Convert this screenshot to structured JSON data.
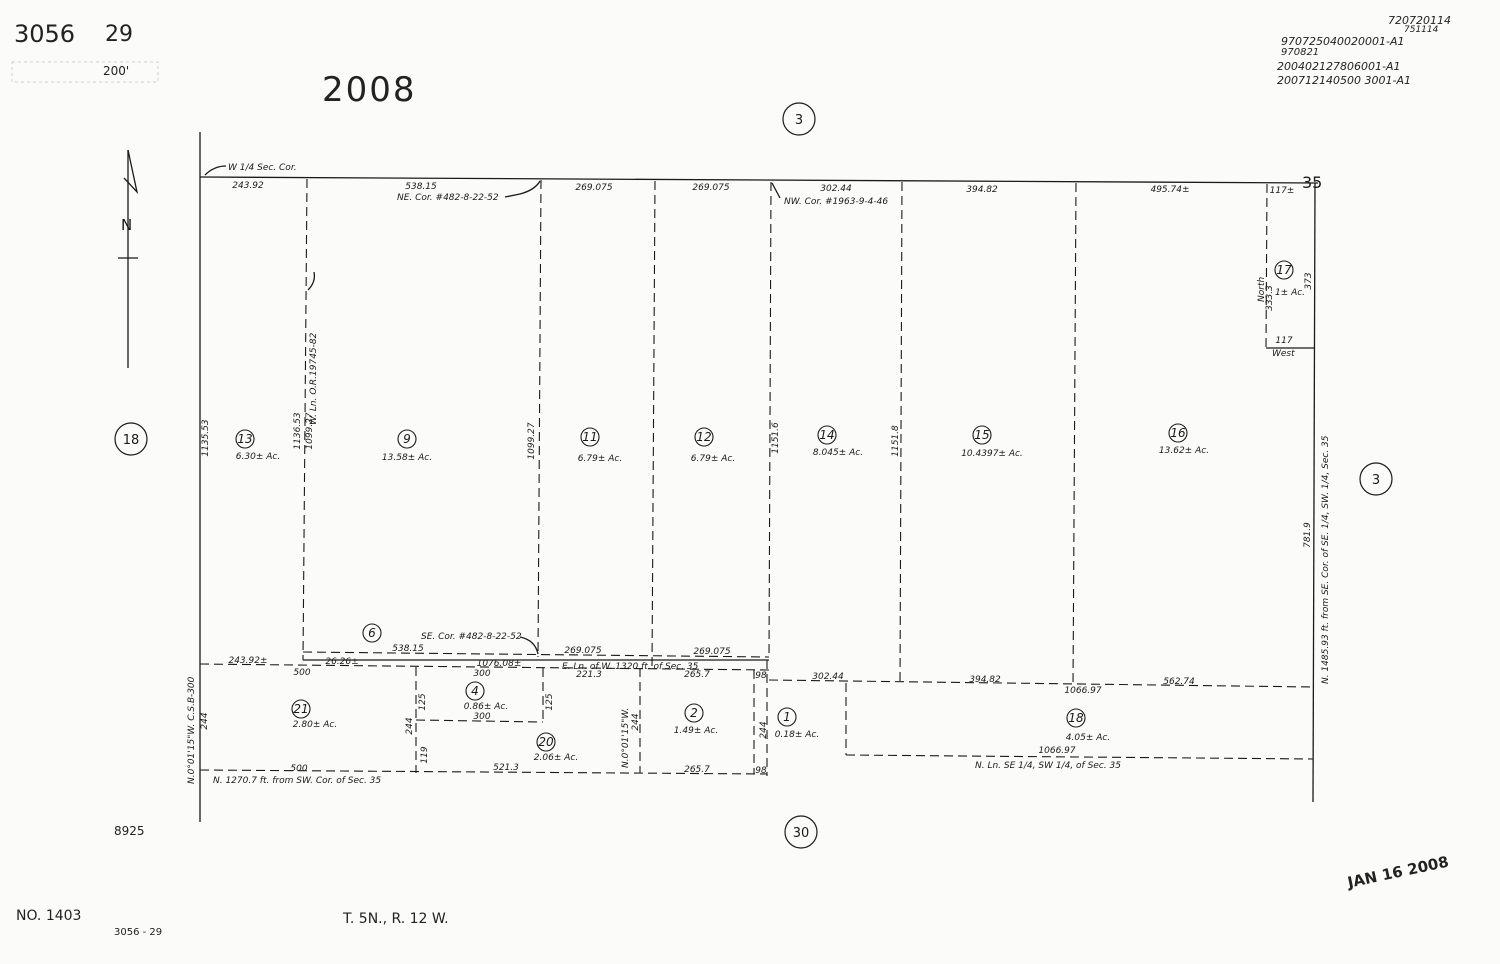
{
  "header": {
    "book": "3056",
    "page": "29",
    "scale": "200'",
    "year": "2008",
    "ref_top": "720720114",
    "ref_top2": "751114",
    "doc_numbers": [
      "970725040020001-A1",
      "970821",
      "200402127806001-A1",
      "200712140500 3001-A1"
    ]
  },
  "footer": {
    "map_no": "NO. 1403",
    "book_page": "3056 - 29",
    "township": "T. 5N., R. 12 W.",
    "code": "8925",
    "stamp": "JAN 16 2008"
  },
  "adjacent": {
    "top": "3",
    "left": "18",
    "right": "3",
    "bottom": "30",
    "section": "35"
  },
  "north_label": "N",
  "parcels": [
    {
      "num": "13",
      "area": "6.30± Ac."
    },
    {
      "num": "9",
      "area": "13.58± Ac."
    },
    {
      "num": "11",
      "area": "6.79± Ac."
    },
    {
      "num": "12",
      "area": "6.79± Ac."
    },
    {
      "num": "14",
      "area": "8.045± Ac."
    },
    {
      "num": "15",
      "area": "10.4397± Ac."
    },
    {
      "num": "16",
      "area": "13.62± Ac."
    },
    {
      "num": "17",
      "area": "1± Ac."
    },
    {
      "num": "6",
      "area": ""
    },
    {
      "num": "21",
      "area": "2.80± Ac."
    },
    {
      "num": "4",
      "area": "0.86± Ac."
    },
    {
      "num": "20",
      "area": "2.06± Ac."
    },
    {
      "num": "2",
      "area": "1.49± Ac."
    },
    {
      "num": "1",
      "area": "0.18± Ac."
    },
    {
      "num": "18",
      "area": "4.05± Ac."
    }
  ],
  "labels": {
    "w_sec_cor": "W 1/4 Sec. Cor.",
    "ne_cor": "NE. Cor. #482-8-22-52",
    "nw_cor": "NW. Cor. #1963-9-4-46",
    "se_cor": "SE. Cor. #482-8-22-52",
    "w_ln": "W. Ln. O.R.19745-82",
    "e_ln": "E. Ln. of W. 1320 ft. of Sec. 35",
    "n_ln": "N. Ln. SE 1/4, SW 1/4, of Sec. 35",
    "n1270": "N. 1270.7 ft. from SW. Cor. of Sec. 35",
    "n1485": "N. 1485.93 ft. from SE. Cor. of SE. 1/4, SW. 1/4, Sec. 35",
    "n0015w_cs": "N.0°01'15\"W. C.S.B-300",
    "n0015w": "N.0°01'15\"W.",
    "north_lbl": "North",
    "west_lbl": "West"
  },
  "dims": {
    "d24392": "243.92",
    "d53815": "538.15",
    "d269075a": "269.075",
    "d269075b": "269.075",
    "d30244": "302.44",
    "d39482": "394.82",
    "d49574": "495.74±",
    "d117": "117±",
    "d113553": "1135.53",
    "d113653": "1136.53",
    "d109927a": "1099.27",
    "d109927b": "1099.27",
    "d11516a": "1151.6",
    "d11516b": "1151.8",
    "d3333": "333.3",
    "d373": "373",
    "d117b": "117",
    "d7819": "781.9",
    "d24392b": "243.92±",
    "d2626": "26.26±",
    "d53815b": "538.15",
    "d107608": "1076.08±",
    "d269075c": "269.075",
    "d269075d": "269.075",
    "d500a": "500",
    "d300a": "300",
    "d2213": "221.3",
    "d2657a": "265.7",
    "d98a": "98",
    "d125a": "125",
    "d300b": "300",
    "d125b": "125",
    "d244a": "244",
    "d244b": "244",
    "d119": "119",
    "d244c": "244",
    "d244d": "244",
    "d30244b": "302.44",
    "d39482b": "394.82",
    "d106697a": "1066.97",
    "d56274": "562.74",
    "d106697b": "1066.97",
    "d500b": "500",
    "d5213": "521.3",
    "d2657b": "265.7",
    "d98b": "98"
  }
}
